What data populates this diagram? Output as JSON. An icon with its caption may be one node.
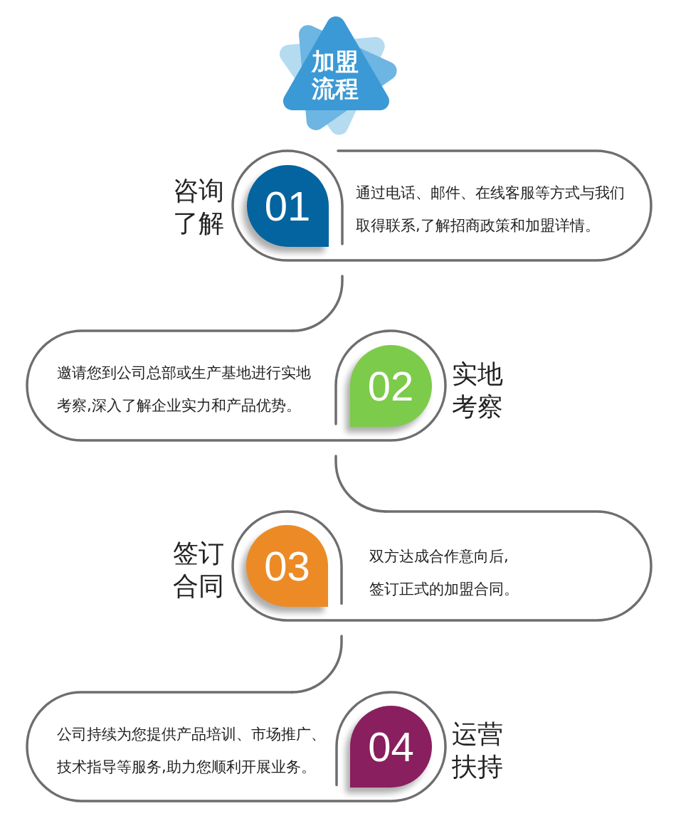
{
  "diagram": {
    "nodes": [
      {
        "text": [
          "加盟流程"
        ]
      },
      {
        "text": [
          "咨询了解",
          "通过电话、邮件、在线客服等方式与我们取得联系,了解招商政策和加盟详情。"
        ]
      },
      {
        "text": [
          "01"
        ],
        "in": 1
      },
      {
        "text": [
          "邀请您到公司总部或生产基地进行实地考察,深入了解企业实力和产品优势。",
          "实地考察"
        ]
      },
      {
        "text": [
          "02"
        ],
        "in": 3
      },
      {
        "text": [
          "签订合同",
          "双方达成合作意向后,签订正式的加盟合同。"
        ]
      },
      {
        "text": [
          "03"
        ],
        "in": 5
      },
      {
        "text": [
          "公司持续为您提供产品培训、市场推广、技术指导等服务,助力您顺利开展业务。",
          "运营扶持"
        ]
      },
      {
        "text": [
          "04"
        ],
        "in": 7
      }
    ],
    "edges": [
      {
        "from": 1,
        "to": 3,
        "arrow": "none"
      },
      {
        "from": 3,
        "to": 5,
        "arrow": "none"
      },
      {
        "from": 5,
        "to": 7,
        "arrow": "none"
      }
    ]
  }
}
